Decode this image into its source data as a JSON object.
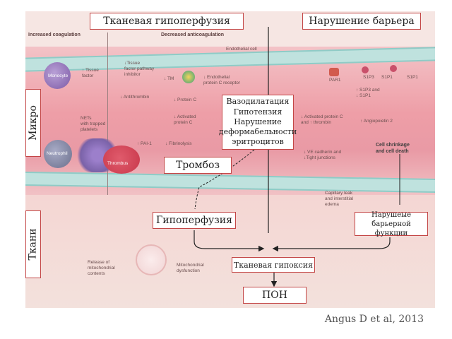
{
  "boxes": {
    "tissue_hypoperfusion": "Тканевая гипоперфузия",
    "barrier_disruption": "Нарушение барьера",
    "vasodilation": [
      "Вазодилатация",
      "Гипотензия",
      "Нарушение",
      "деформабельности",
      "эритроцитов"
    ],
    "thrombosis": "Тромбоз",
    "hypoperfusion": "Гипоперфузия",
    "barrier_function": [
      "Нарушеые",
      "барьерной функции"
    ],
    "tissue_hypoxia": "Тканевая гипоксия",
    "mof": "ПОН"
  },
  "side_labels": {
    "micro": "Микро",
    "tissue": "Ткани"
  },
  "figure_text": {
    "increased_coag": "Increased coagulation",
    "decreased_anticoag": "Decreased anticoagulation",
    "endothelial_cell": "Endothelial cell",
    "monocyte": "Monocyte",
    "tissue_factor": [
      "↑ Tissue",
      "factor"
    ],
    "tfpi": [
      "↓Tissue",
      "factor pathway",
      "inhibitor"
    ],
    "antithrombin": "↓ Antithrombin",
    "tm": "↓ TM",
    "epcr": [
      "↓ Endothelial",
      "protein C receptor"
    ],
    "protein_c": "↓ Protein C",
    "activated_pc": [
      "↓ Activated",
      "protein C"
    ],
    "nets": [
      "NETs",
      "with trapped",
      "platelets"
    ],
    "neutrophil": "Neutrophil",
    "thrombus": "Thrombus",
    "pai": "↑ PAI-1",
    "fibrinolysis": "↓ Fibrinolysis",
    "par1": "PAR1",
    "s1p3": "S1P3",
    "s1p1a": "S1P1",
    "s1p1b": "S1P1",
    "s1p_changes": [
      "↑ S1P3 and",
      "↓ S1P1"
    ],
    "apc_thrombin": [
      "↓ Activated protein C",
      "and ↑ thrombin"
    ],
    "angiopoietin": "↑ Angiopoietin 2",
    "cell_shrinkage": [
      "Cell shrinkage",
      "and cell death"
    ],
    "ve_cadherin": [
      "↓ VE cadherin and",
      "↓Tight junctions"
    ],
    "capillary_leak": [
      "Capillary leak",
      "and interstitial",
      "edema"
    ],
    "mito_release": [
      "Release of",
      "mitochondrial",
      "contents"
    ],
    "mito_dysfunction": [
      "Mitochondrial",
      "dysfunction"
    ]
  },
  "credit": "Angus D et al, 2013",
  "colors": {
    "box_border": "#c34646",
    "monocyte": "#7d5aa6",
    "neutrophil": "#6b6f8c",
    "thrombus": "#c8374a",
    "endothelium": "#bfe2de"
  }
}
